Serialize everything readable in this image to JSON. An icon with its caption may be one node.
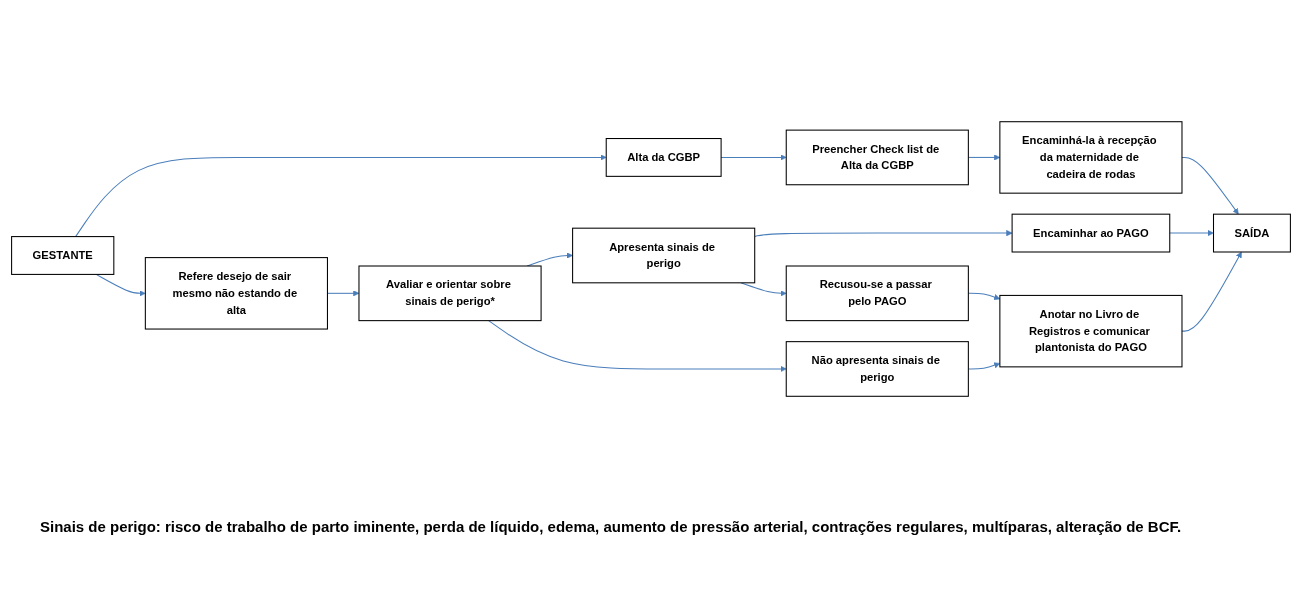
{
  "diagram": {
    "nodes": [
      {
        "text": [
          "GESTANTE"
        ]
      },
      {
        "text": [
          "Alta da CGBP"
        ]
      },
      {
        "text": [
          "Preencher Check list de Alta da CGBP"
        ]
      },
      {
        "text": [
          "Encaminhá-la à recepção da maternidade de cadeira de rodas"
        ]
      },
      {
        "text": [
          "SAÍDA"
        ]
      },
      {
        "text": [
          "Refere desejo de sair mesmo não estando de alta"
        ]
      },
      {
        "text": [
          "Avaliar e orientar sobre sinais de perigo*"
        ]
      },
      {
        "text": [
          "Apresenta sinais de perigo"
        ]
      },
      {
        "text": [
          "Encaminhar ao PAGO"
        ]
      },
      {
        "text": [
          "Não apresenta sinais de perigo"
        ]
      },
      {
        "text": [
          "Recusou-se a passar pelo PAGO"
        ]
      },
      {
        "text": [
          "Anotar no Livro de Registros e comunicar plantonista do PAGO"
        ]
      }
    ],
    "edges": [
      {
        "from": 0,
        "to": 1,
        "arrow": "to"
      },
      {
        "from": 1,
        "to": 2,
        "arrow": "to"
      },
      {
        "from": 2,
        "to": 3,
        "arrow": "to"
      },
      {
        "from": 3,
        "to": 4,
        "arrow": "to"
      },
      {
        "from": 0,
        "to": 5,
        "arrow": "to"
      },
      {
        "from": 5,
        "to": 6,
        "arrow": "to"
      },
      {
        "from": 6,
        "to": 7,
        "arrow": "to"
      },
      {
        "from": 7,
        "to": 8,
        "arrow": "to"
      },
      {
        "from": 8,
        "to": 4,
        "arrow": "to"
      },
      {
        "from": 6,
        "to": 9,
        "arrow": "to"
      },
      {
        "from": 7,
        "to": 10,
        "arrow": "to"
      },
      {
        "from": 10,
        "to": 11,
        "arrow": "to"
      },
      {
        "from": 9,
        "to": 11,
        "arrow": "to"
      },
      {
        "from": 11,
        "to": 4,
        "arrow": "to"
      }
    ],
    "labels": [
      "Sinais de perigo: risco de trabalho de parto iminente, perda de líquido, edema, aumento de pressão arterial, contrações regulares, multíparas, alteração de BCF."
    ]
  }
}
